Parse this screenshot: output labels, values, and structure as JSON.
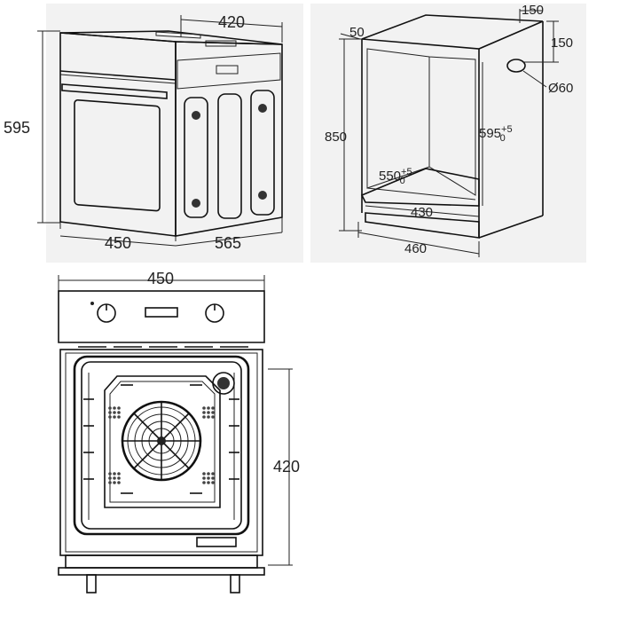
{
  "oven_3d": {
    "height": "595",
    "top_width": "420",
    "front_width": "450",
    "depth": "565"
  },
  "cabinet": {
    "top_offset": "50",
    "side_offset": "150",
    "vent_from_top": "150",
    "vent_diameter": "Ø60",
    "cabinet_height": "850",
    "niche_height": "595",
    "niche_height_tol": "+5",
    "niche_height_sub": "0",
    "niche_depth": "550",
    "niche_depth_tol": "+5",
    "niche_depth_sub": "0",
    "inner_width": "430",
    "outer_width": "460"
  },
  "front_view": {
    "width": "450",
    "cavity_height": "420"
  }
}
